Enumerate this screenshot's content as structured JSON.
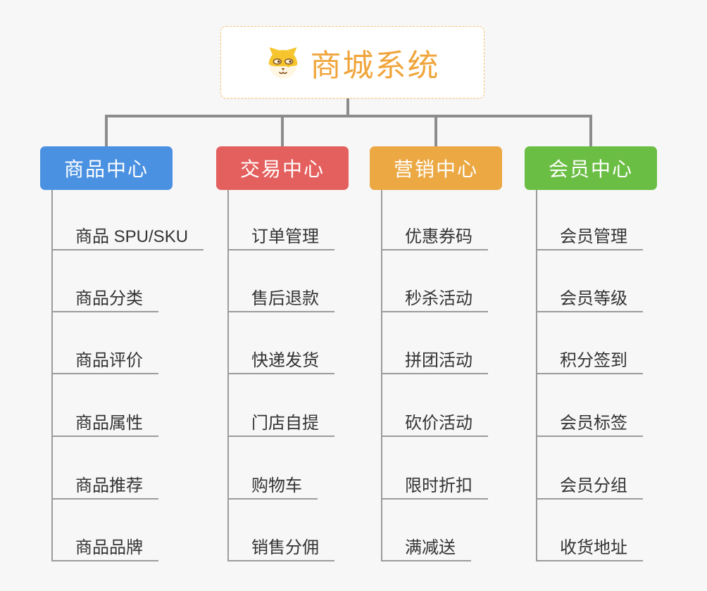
{
  "root": {
    "title": "商城系统",
    "icon": "dog-face-icon",
    "title_color": "#F0A53C",
    "border_color": "#F5C473"
  },
  "branches": [
    {
      "label": "商品中心",
      "color": "#4B91E2",
      "items": [
        "商品 SPU/SKU",
        "商品分类",
        "商品评价",
        "商品属性",
        "商品推荐",
        "商品品牌"
      ]
    },
    {
      "label": "交易中心",
      "color": "#E4605E",
      "items": [
        "订单管理",
        "售后退款",
        "快递发货",
        "门店自提",
        "购物车",
        "销售分佣"
      ]
    },
    {
      "label": "营销中心",
      "color": "#EBA843",
      "items": [
        "优惠券码",
        "秒杀活动",
        "拼团活动",
        "砍价活动",
        "限时折扣",
        "满减送"
      ]
    },
    {
      "label": "会员中心",
      "color": "#6BBE44",
      "items": [
        "会员管理",
        "会员等级",
        "积分签到",
        "会员标签",
        "会员分组",
        "收货地址"
      ]
    }
  ],
  "colors": {
    "background": "#F7F7F7",
    "connector": "#8C8C8C",
    "leaf_line": "#9B9B9B",
    "leaf_text": "#333333"
  }
}
